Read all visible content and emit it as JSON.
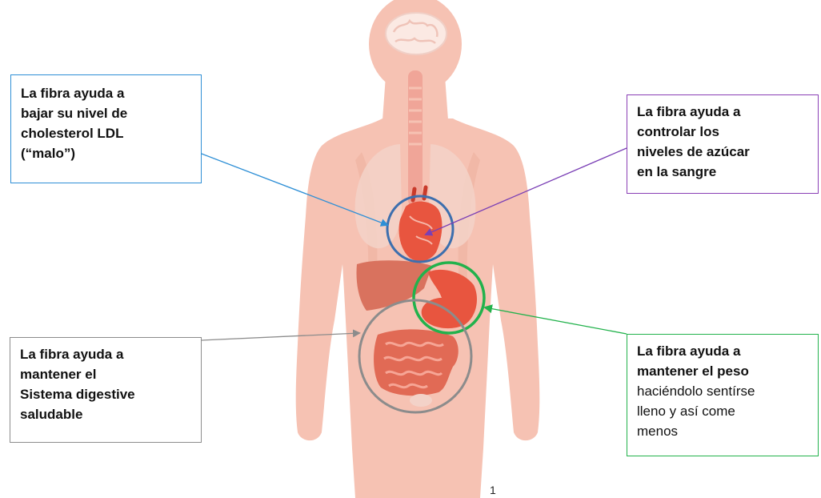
{
  "callouts": {
    "cholesterol": {
      "lines": [
        "La fibra ayuda a",
        "bajar su nivel de",
        "cholesterol LDL",
        "(“malo”)"
      ],
      "border_color": "#2e8fd6"
    },
    "blood_sugar": {
      "lines": [
        "La fibra ayuda a",
        "controlar los",
        "niveles de azúcar",
        "en la sangre"
      ],
      "border_color": "#8a3fb5"
    },
    "digestive": {
      "lines": [
        "La fibra ayuda a",
        "mantener el",
        "Sistema digestive",
        "saludable"
      ],
      "border_color": "#8c8c8c"
    },
    "weight": {
      "bold_lines": [
        "La fibra ayuda a",
        "mantener el peso"
      ],
      "normal_lines": [
        "haciéndolo sentírse",
        "lleno y así come",
        "menos"
      ],
      "border_color": "#22b24c"
    }
  },
  "page_number": "1",
  "colors": {
    "body": "#f6c2b3",
    "body_shade": "#efb09f",
    "organ": "#e8553f",
    "organ_dark": "#c93a2b",
    "liver": "#d9725e",
    "brain": "#fbe9e3",
    "heart_circle": "#3d6fae",
    "stomach_circle": "#22b24c",
    "intestine_circle": "#8c8c8c",
    "arrow_blue": "#2e8fd6",
    "arrow_purple": "#7a3fb5",
    "arrow_green": "#22b24c",
    "arrow_gray": "#8c8c8c"
  }
}
